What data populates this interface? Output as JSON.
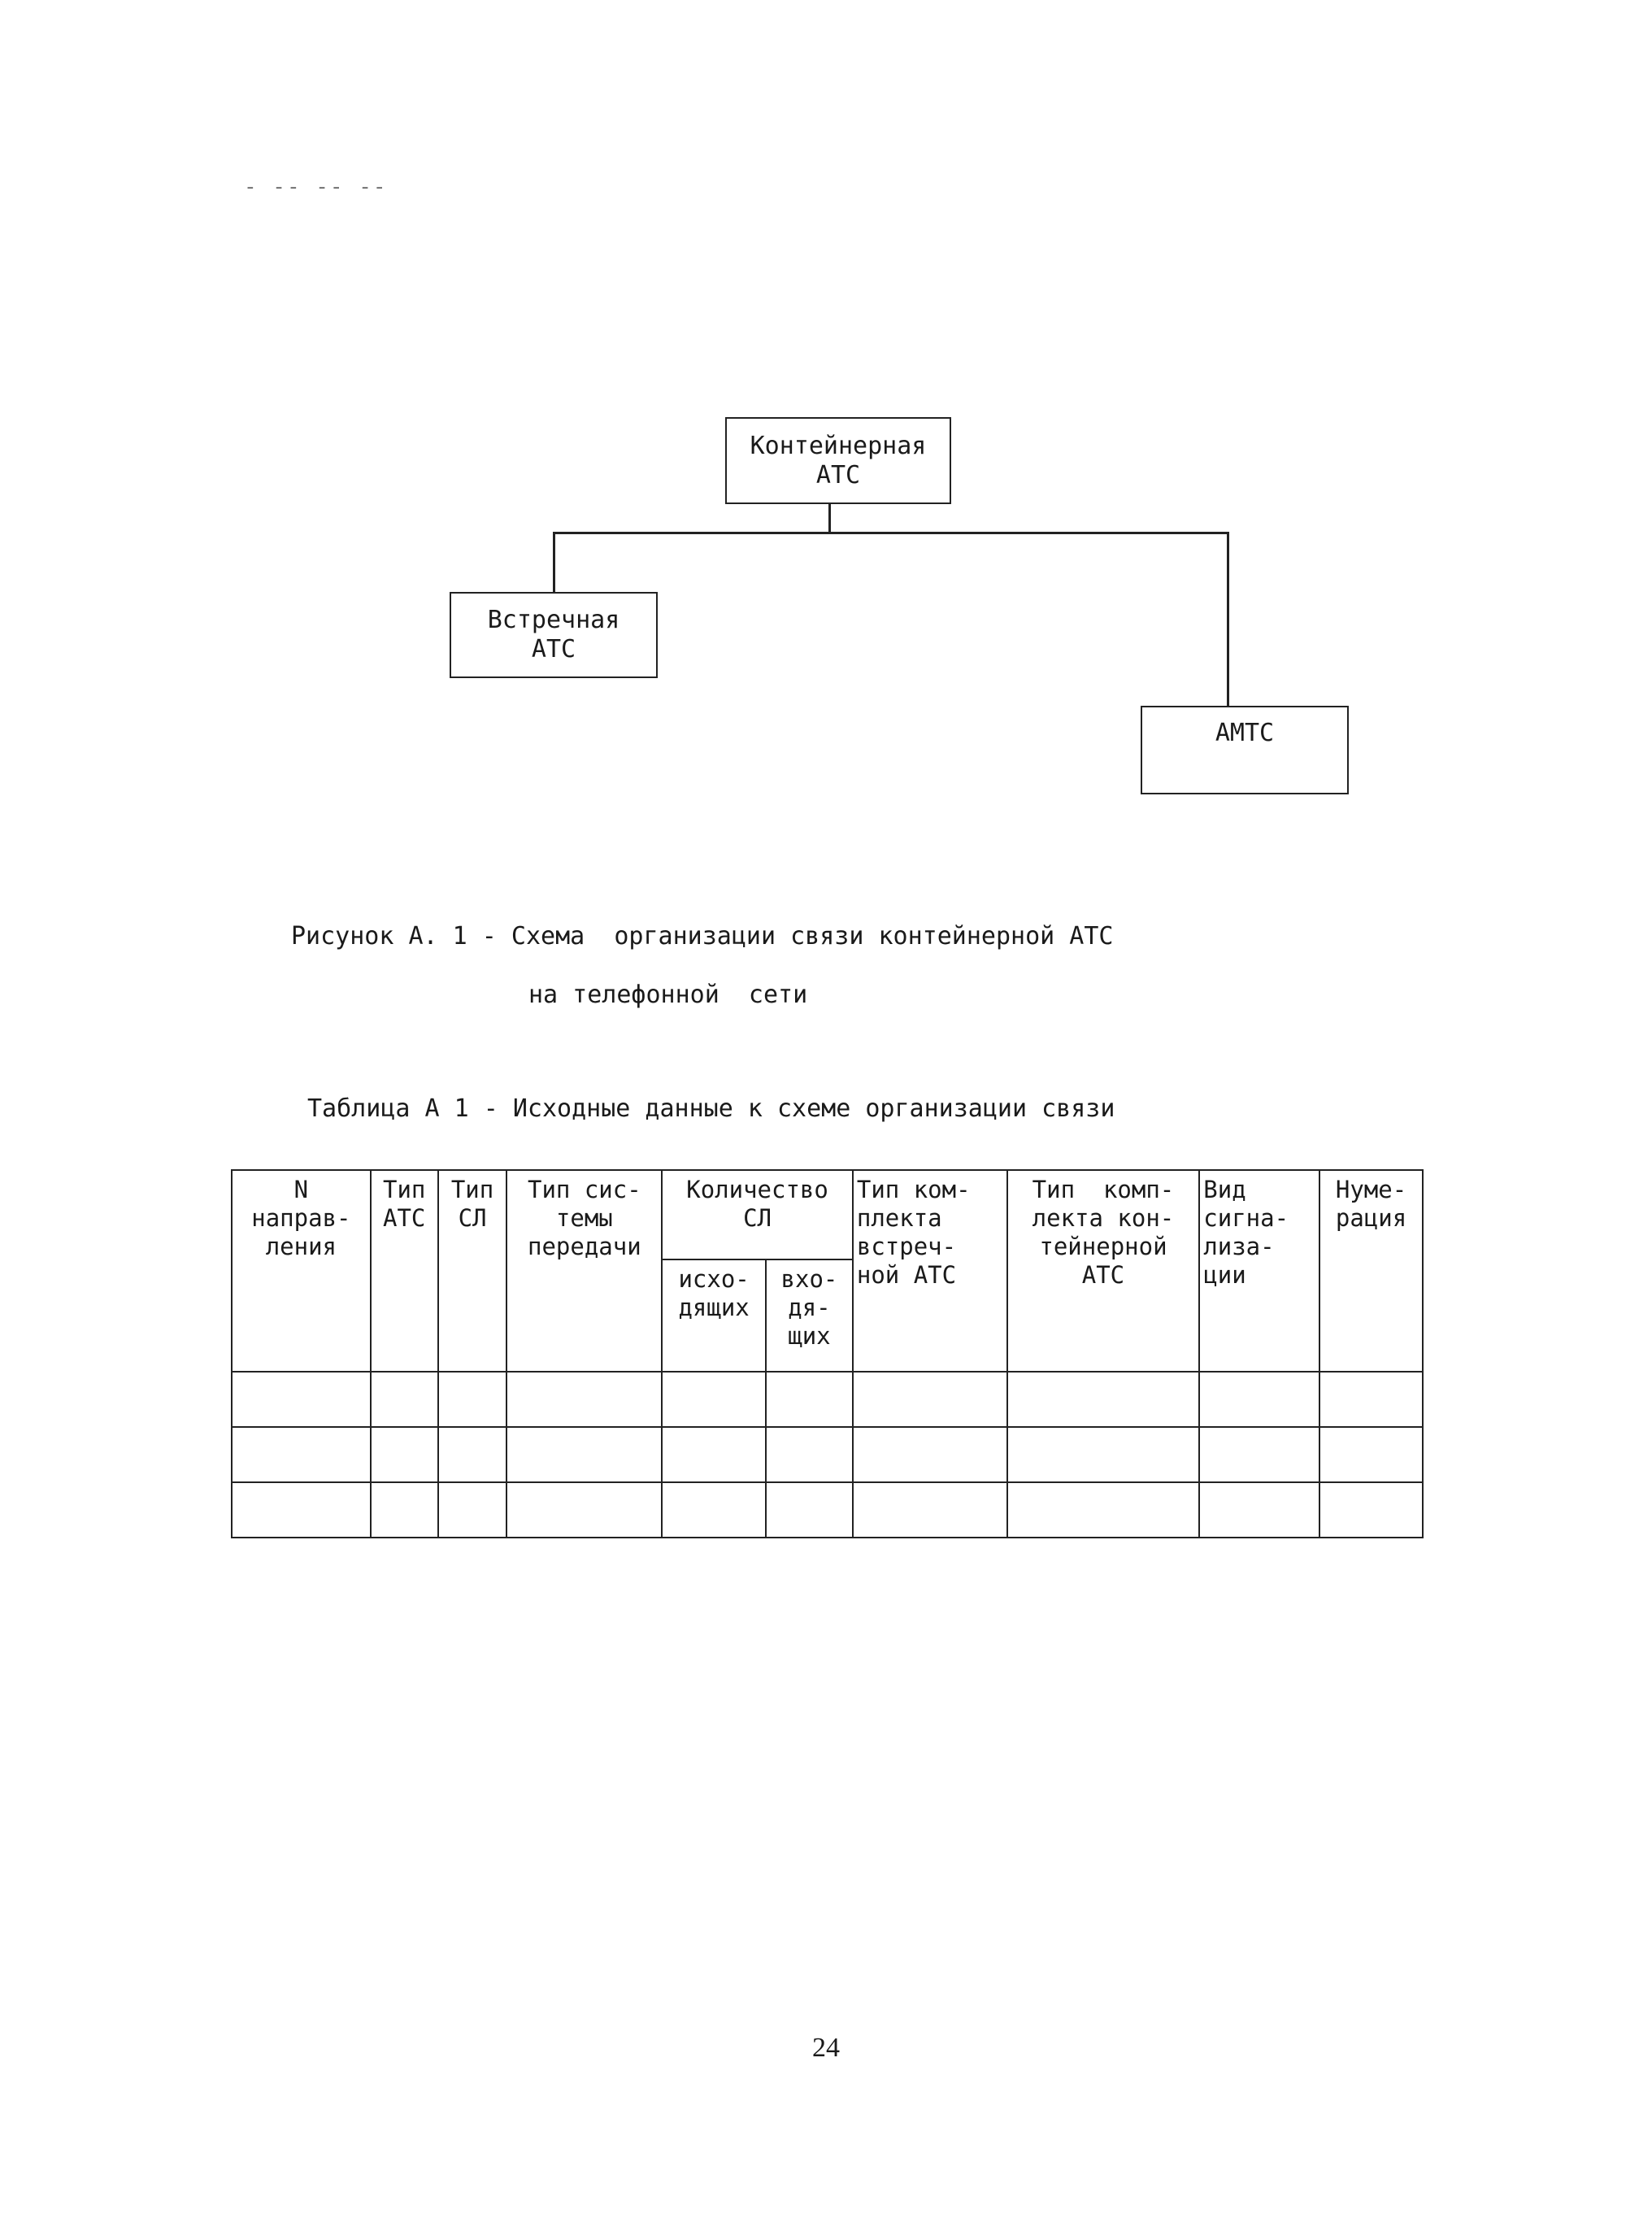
{
  "header_code": "- -- -- --",
  "diagram": {
    "root": [
      "Контейнерная",
      "АТС"
    ],
    "left": [
      "Встречная",
      "АТС"
    ],
    "right": [
      "АМТС"
    ]
  },
  "figure_caption": {
    "line1": "Рисунок А. 1 - Схема  организации связи контейнерной АТС",
    "line2": "на телефонной  сети"
  },
  "table_caption": "Таблица А 1 - Исходные данные к схеме организации связи",
  "table": {
    "headers": {
      "direction": "N\nнаправ-\nления",
      "ats_type": "Тип\nАТС",
      "sl_type": "Тип\nСЛ",
      "system_type": "Тип сис-\nтемы\nпередачи",
      "quantity": "Количество\nСЛ",
      "outgoing": "исхо-\nдящих",
      "incoming": "вхо-\nдя-\nщих",
      "counter_kit": "Тип ком-\nплекта\nвстреч-\nной АТС",
      "container_kit": "Тип  комп-\nлекта кон-\nтейнерной\nАТС",
      "signaling": "Вид\nсигна-\nлиза-\nции",
      "numbering": "Нуме-\nрация"
    },
    "rows": [
      [
        "",
        "",
        "",
        "",
        "",
        "",
        "",
        "",
        "",
        ""
      ],
      [
        "",
        "",
        "",
        "",
        "",
        "",
        "",
        "",
        "",
        ""
      ],
      [
        "",
        "",
        "",
        "",
        "",
        "",
        "",
        "",
        "",
        ""
      ]
    ]
  },
  "page_number": "24"
}
